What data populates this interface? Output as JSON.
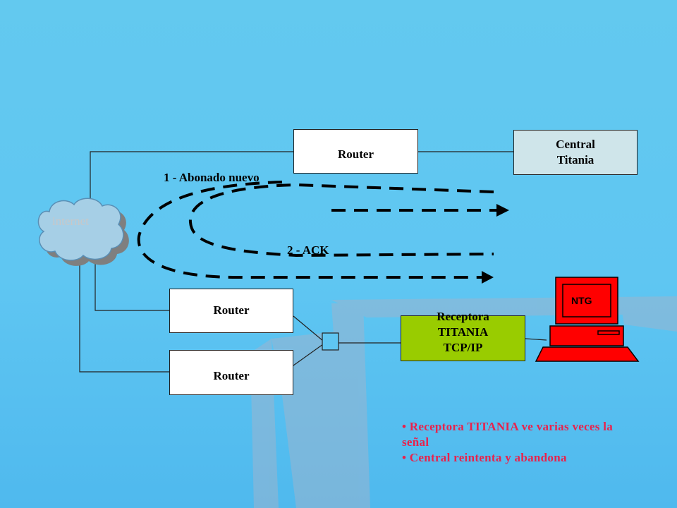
{
  "diagram": {
    "router_top": "Router",
    "router_mid": "Router",
    "router_bottom": "Router",
    "central": [
      "Central",
      "Titania"
    ],
    "cloud": "internet",
    "receptora": [
      "Receptora",
      "TITANIA",
      "TCP/IP"
    ],
    "ntg": "NTG",
    "arrow1_label": "1 - Abonado nuevo",
    "arrow2_label": "2 - ACK",
    "bullets": [
      "• Receptora TITANIA ve varias veces la señal",
      "• Central reintenta y abandona"
    ]
  },
  "colors": {
    "background": "#5fc6f2",
    "router_fill": "#ffffff",
    "central_fill": "#cfe5ea",
    "receptora_fill": "#99cc00",
    "computer": "#ff0000",
    "bolt": "#ff0044",
    "bullet_text": "#e8224c",
    "watermark": "#8fa9c6"
  }
}
